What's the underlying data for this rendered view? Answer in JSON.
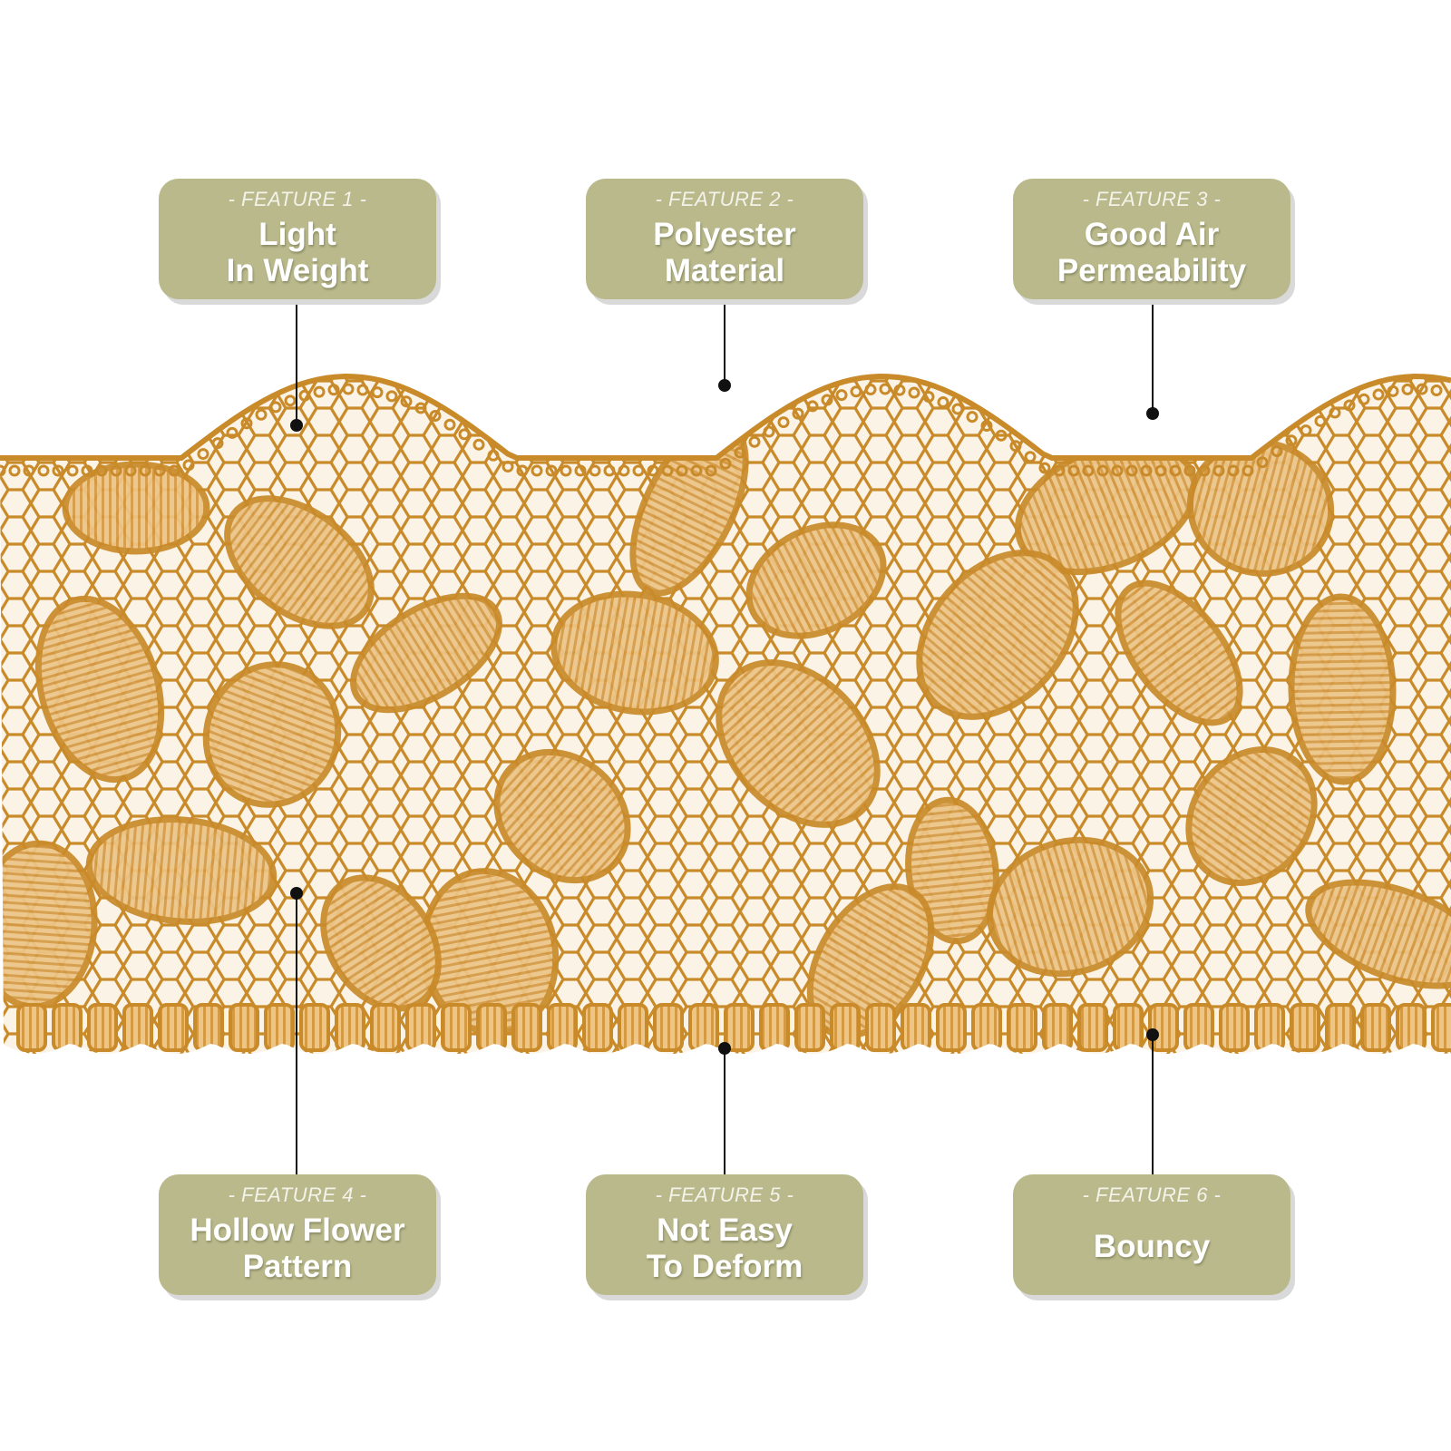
{
  "colors": {
    "badge_bg": "#b9b98c",
    "lace": "#c98a2a",
    "lace_light": "#e4b46a",
    "line": "#111111"
  },
  "features": [
    {
      "kicker": "- FEATURE 1 -",
      "lines": [
        "Light",
        "In Weight"
      ]
    },
    {
      "kicker": "- FEATURE 2 -",
      "lines": [
        "Polyester",
        "Material"
      ]
    },
    {
      "kicker": "- FEATURE 3 -",
      "lines": [
        "Good Air",
        "Permeability"
      ]
    },
    {
      "kicker": "- FEATURE 4 -",
      "lines": [
        "Hollow Flower",
        "Pattern"
      ]
    },
    {
      "kicker": "- FEATURE 5 -",
      "lines": [
        "Not Easy",
        "To Deform"
      ]
    },
    {
      "kicker": "- FEATURE 6 -",
      "lines": [
        "Bouncy"
      ]
    }
  ]
}
